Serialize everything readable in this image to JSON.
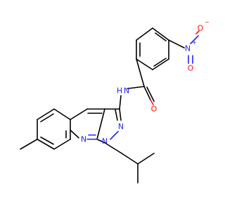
{
  "molecule": {
    "atoms": {
      "nitro_n": "N",
      "nitro_n_charge": "+",
      "nitro_o_single": "O",
      "nitro_o_single_charge": "−",
      "nitro_o_double": "O",
      "amide_o": "O",
      "amide_n": "N",
      "amide_h": "H",
      "pyrazole_n2": "N",
      "pyrazole_n1": "N",
      "pyridine_n": "N"
    },
    "colors": {
      "carbon": "#000000",
      "nitrogen": "#2323ff",
      "oxygen": "#ff0d0d",
      "background": "#ffffff"
    }
  }
}
